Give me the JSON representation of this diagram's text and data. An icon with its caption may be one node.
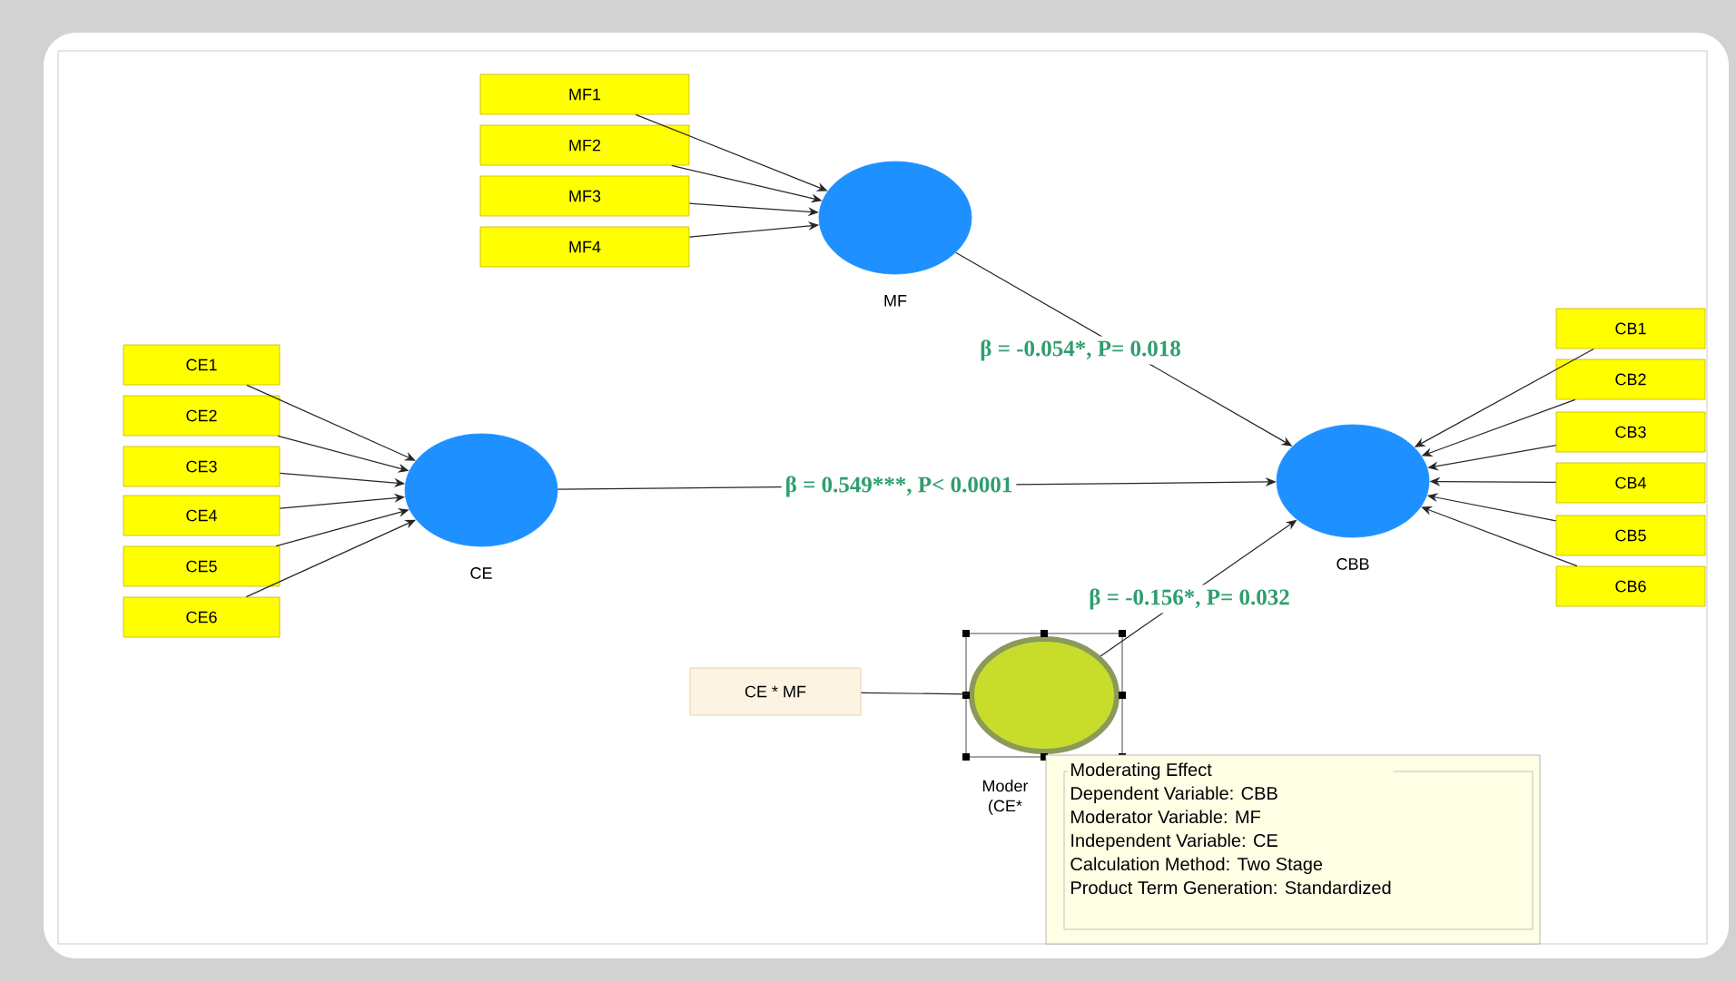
{
  "diagram": {
    "nodes": [
      {
        "text": [
          "MF1"
        ]
      },
      {
        "text": [
          "MF2"
        ]
      },
      {
        "text": [
          "MF3"
        ]
      },
      {
        "text": [
          "MF4"
        ]
      },
      {
        "text": [
          "MF"
        ]
      },
      {
        "text": [
          "CE1"
        ]
      },
      {
        "text": [
          "CE2"
        ]
      },
      {
        "text": [
          "CE3"
        ]
      },
      {
        "text": [
          "CE4"
        ]
      },
      {
        "text": [
          "CE5"
        ]
      },
      {
        "text": [
          "CE6"
        ]
      },
      {
        "text": [
          "CE"
        ]
      },
      {
        "text": [
          "CB1"
        ]
      },
      {
        "text": [
          "CB2"
        ]
      },
      {
        "text": [
          "CB3"
        ]
      },
      {
        "text": [
          "CB4"
        ]
      },
      {
        "text": [
          "CB5"
        ]
      },
      {
        "text": [
          "CB6"
        ]
      },
      {
        "text": [
          "CBB"
        ]
      },
      {
        "text": [
          "CE * MF"
        ]
      },
      {
        "text": [
          "Moder (CE*"
        ]
      },
      {
        "text": [
          "Moderating Effect",
          "Dependent Variable: CBB",
          "Moderator Variable: MF",
          "Independent Variable: CE",
          "Calculation Method: Two Stage",
          "Product Term Generation: Standardized"
        ]
      }
    ],
    "edges": [
      {
        "from": 0,
        "to": 4,
        "arrow": "to"
      },
      {
        "from": 1,
        "to": 4,
        "arrow": "to"
      },
      {
        "from": 2,
        "to": 4,
        "arrow": "to"
      },
      {
        "from": 3,
        "to": 4,
        "arrow": "to"
      },
      {
        "from": 5,
        "to": 11,
        "arrow": "to"
      },
      {
        "from": 6,
        "to": 11,
        "arrow": "to"
      },
      {
        "from": 7,
        "to": 11,
        "arrow": "to"
      },
      {
        "from": 8,
        "to": 11,
        "arrow": "to"
      },
      {
        "from": 9,
        "to": 11,
        "arrow": "to"
      },
      {
        "from": 10,
        "to": 11,
        "arrow": "to"
      },
      {
        "from": 12,
        "to": 18,
        "arrow": "to"
      },
      {
        "from": 13,
        "to": 18,
        "arrow": "to"
      },
      {
        "from": 14,
        "to": 18,
        "arrow": "to"
      },
      {
        "from": 15,
        "to": 18,
        "arrow": "to"
      },
      {
        "from": 16,
        "to": 18,
        "arrow": "to"
      },
      {
        "from": 17,
        "to": 18,
        "arrow": "to"
      },
      {
        "from": 4,
        "to": 18,
        "arrow": "to",
        "label": "β = -0.054*, P=  0.018"
      },
      {
        "from": 11,
        "to": 18,
        "arrow": "to",
        "label": "β = 0.549***, P< 0.0001"
      },
      {
        "from": 20,
        "to": 18,
        "arrow": "to",
        "label": "β = -0.156*, P= 0.032"
      },
      {
        "from": 19,
        "to": 20,
        "arrow": "none"
      }
    ]
  }
}
